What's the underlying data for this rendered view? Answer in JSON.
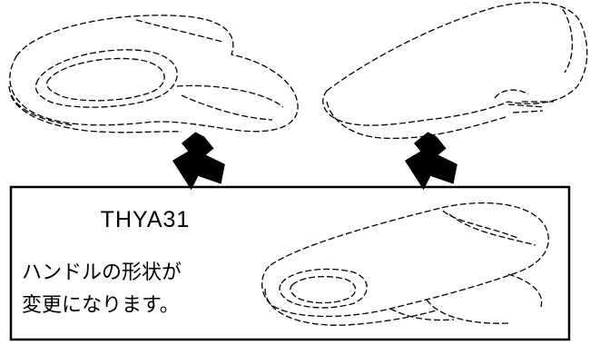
{
  "model": "THYA31",
  "note_lines": [
    "ハンドルの形状が",
    "変更になります。"
  ],
  "figure": {
    "parts": [
      "old-handle-rounded",
      "old-handle-lever",
      "new-handle"
    ],
    "arrows": 2
  }
}
